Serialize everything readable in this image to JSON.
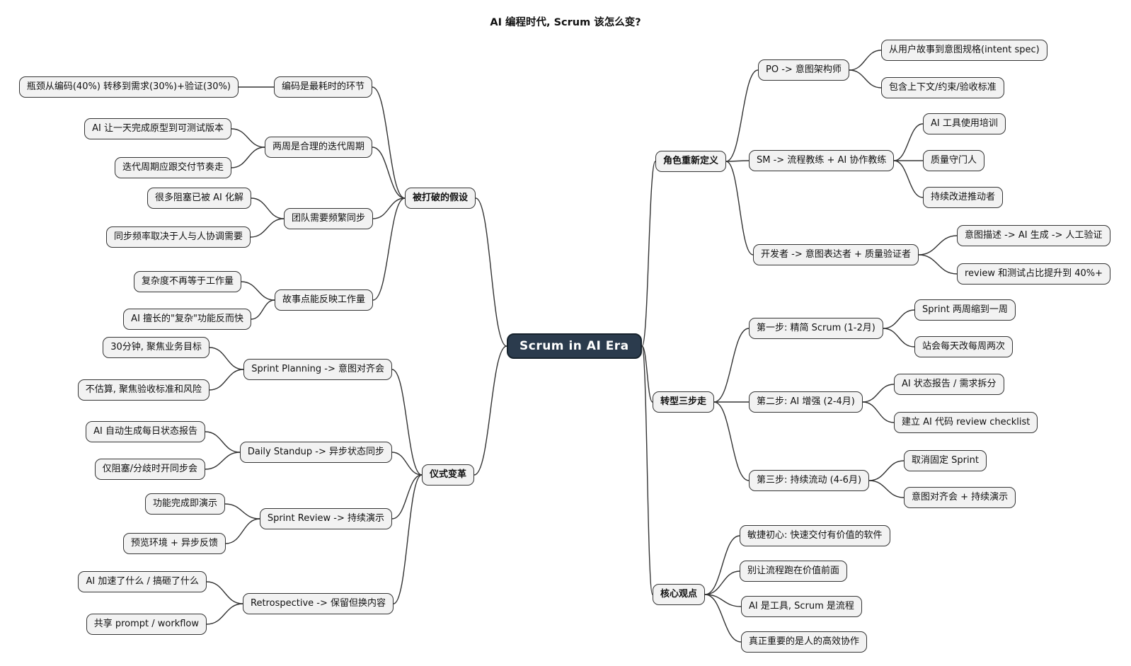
{
  "title": "AI 编程时代, Scrum 该怎么变?",
  "colors": {
    "root_bg": "#2b3b4d",
    "root_border": "#16222c",
    "root_text": "#ffffff",
    "node_bg": "#f2f2f2",
    "node_border": "#343434",
    "edge": "#333333"
  },
  "nodes": {
    "root": {
      "label": "Scrum in AI Era"
    },
    "broken": {
      "label": "被打破的假设"
    },
    "coding_longest": {
      "label": "编码是最耗时的环节"
    },
    "bottleneck": {
      "label": "瓶颈从编码(40%) 转移到需求(30%)+验证(30%)"
    },
    "two_week": {
      "label": "两周是合理的迭代周期"
    },
    "ai_one_day": {
      "label": "AI 让一天完成原型到可测试版本"
    },
    "cycle_follow": {
      "label": "迭代周期应跟交付节奏走"
    },
    "team_sync": {
      "label": "团队需要频繁同步"
    },
    "blockers_ai": {
      "label": "很多阻塞已被 AI 化解"
    },
    "sync_freq": {
      "label": "同步频率取决于人与人协调需要"
    },
    "story_points": {
      "label": "故事点能反映工作量"
    },
    "complexity_neq": {
      "label": "复杂度不再等于工作量"
    },
    "ai_complex_fast": {
      "label": "AI 擅长的\"复杂\"功能反而快"
    },
    "ceremonies": {
      "label": "仪式变革"
    },
    "planning": {
      "label": "Sprint Planning -> 意图对齐会"
    },
    "thirty_min": {
      "label": "30分钟, 聚焦业务目标"
    },
    "no_estimate": {
      "label": "不估算, 聚焦验收标准和风险"
    },
    "standup": {
      "label": "Daily Standup -> 异步状态同步"
    },
    "ai_daily_report": {
      "label": "AI 自动生成每日状态报告"
    },
    "sync_only_block": {
      "label": "仅阻塞/分歧时开同步会"
    },
    "review": {
      "label": "Sprint Review -> 持续演示"
    },
    "demo_on_done": {
      "label": "功能完成即演示"
    },
    "preview_env": {
      "label": "预览环境 + 异步反馈"
    },
    "retro": {
      "label": "Retrospective -> 保留但换内容"
    },
    "ai_speed_what": {
      "label": "AI 加速了什么 / 搞砸了什么"
    },
    "share_prompt": {
      "label": "共享 prompt / workflow"
    },
    "roles": {
      "label": "角色重新定义"
    },
    "po": {
      "label": "PO -> 意图架构师"
    },
    "intent_spec": {
      "label": "从用户故事到意图规格(intent spec)"
    },
    "context_constraints": {
      "label": "包含上下文/约束/验收标准"
    },
    "sm": {
      "label": "SM -> 流程教练 + AI 协作教练"
    },
    "ai_training": {
      "label": "AI 工具使用培训"
    },
    "quality_gate": {
      "label": "质量守门人"
    },
    "improve_driver": {
      "label": "持续改进推动者"
    },
    "dev": {
      "label": "开发者 -> 意图表达者 + 质量验证者"
    },
    "intent_flow": {
      "label": "意图描述 -> AI 生成 -> 人工验证"
    },
    "review_40": {
      "label": "review 和测试占比提升到 40%+"
    },
    "steps": {
      "label": "转型三步走"
    },
    "step1": {
      "label": "第一步: 精简 Scrum (1-2月)"
    },
    "sprint_1week": {
      "label": "Sprint 两周缩到一周"
    },
    "standup_2week": {
      "label": "站会每天改每周两次"
    },
    "step2": {
      "label": "第二步: AI 增强 (2-4月)"
    },
    "ai_status": {
      "label": "AI 状态报告 / 需求拆分"
    },
    "review_checklist": {
      "label": "建立 AI 代码 review checklist"
    },
    "step3": {
      "label": "第三步: 持续流动 (4-6月)"
    },
    "no_fixed_sprint": {
      "label": "取消固定 Sprint"
    },
    "intent_demo": {
      "label": "意图对齐会 + 持续演示"
    },
    "core": {
      "label": "核心观点"
    },
    "agile_origin": {
      "label": "敏捷初心: 快速交付有价值的软件"
    },
    "value_first": {
      "label": "别让流程跑在价值前面"
    },
    "ai_tool": {
      "label": "AI 是工具, Scrum 是流程"
    },
    "human_collab": {
      "label": "真正重要的是人的高效协作"
    }
  },
  "edges": [
    [
      "root",
      "broken"
    ],
    [
      "root",
      "ceremonies"
    ],
    [
      "root",
      "roles"
    ],
    [
      "root",
      "steps"
    ],
    [
      "root",
      "core"
    ],
    [
      "broken",
      "coding_longest"
    ],
    [
      "broken",
      "two_week"
    ],
    [
      "broken",
      "team_sync"
    ],
    [
      "broken",
      "story_points"
    ],
    [
      "coding_longest",
      "bottleneck"
    ],
    [
      "two_week",
      "ai_one_day"
    ],
    [
      "two_week",
      "cycle_follow"
    ],
    [
      "team_sync",
      "blockers_ai"
    ],
    [
      "team_sync",
      "sync_freq"
    ],
    [
      "story_points",
      "complexity_neq"
    ],
    [
      "story_points",
      "ai_complex_fast"
    ],
    [
      "ceremonies",
      "planning"
    ],
    [
      "ceremonies",
      "standup"
    ],
    [
      "ceremonies",
      "review"
    ],
    [
      "ceremonies",
      "retro"
    ],
    [
      "planning",
      "thirty_min"
    ],
    [
      "planning",
      "no_estimate"
    ],
    [
      "standup",
      "ai_daily_report"
    ],
    [
      "standup",
      "sync_only_block"
    ],
    [
      "review",
      "demo_on_done"
    ],
    [
      "review",
      "preview_env"
    ],
    [
      "retro",
      "ai_speed_what"
    ],
    [
      "retro",
      "share_prompt"
    ],
    [
      "roles",
      "po"
    ],
    [
      "roles",
      "sm"
    ],
    [
      "roles",
      "dev"
    ],
    [
      "po",
      "intent_spec"
    ],
    [
      "po",
      "context_constraints"
    ],
    [
      "sm",
      "ai_training"
    ],
    [
      "sm",
      "quality_gate"
    ],
    [
      "sm",
      "improve_driver"
    ],
    [
      "dev",
      "intent_flow"
    ],
    [
      "dev",
      "review_40"
    ],
    [
      "steps",
      "step1"
    ],
    [
      "steps",
      "step2"
    ],
    [
      "steps",
      "step3"
    ],
    [
      "step1",
      "sprint_1week"
    ],
    [
      "step1",
      "standup_2week"
    ],
    [
      "step2",
      "ai_status"
    ],
    [
      "step2",
      "review_checklist"
    ],
    [
      "step3",
      "no_fixed_sprint"
    ],
    [
      "step3",
      "intent_demo"
    ],
    [
      "core",
      "agile_origin"
    ],
    [
      "core",
      "value_first"
    ],
    [
      "core",
      "ai_tool"
    ],
    [
      "core",
      "human_collab"
    ]
  ]
}
